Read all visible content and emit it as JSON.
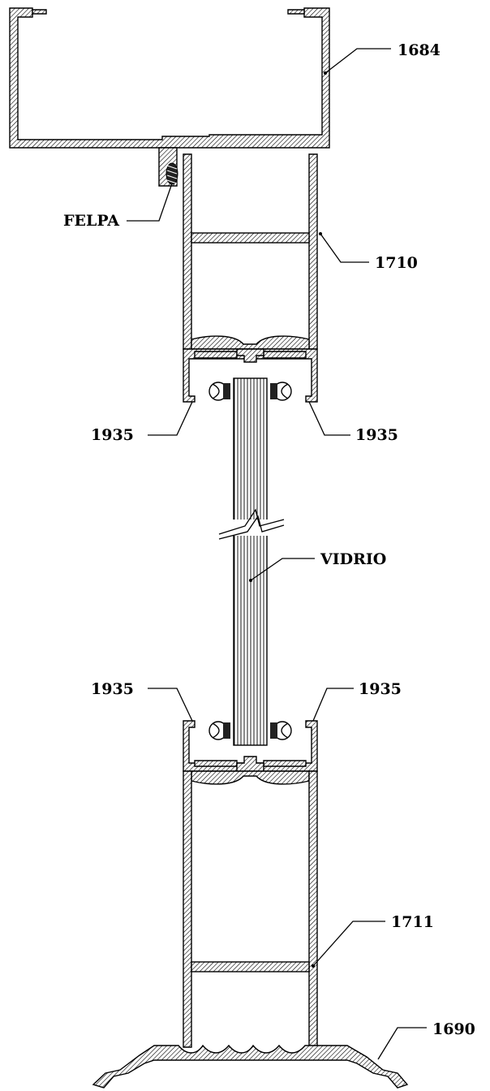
{
  "labels": {
    "profile_top": "1684",
    "felpa": "FELPA",
    "sash_top": "1710",
    "gasket_top_left": "1935",
    "gasket_top_right": "1935",
    "glass": "VIDRIO",
    "gasket_bottom_left": "1935",
    "gasket_bottom_right": "1935",
    "sash_bottom": "1711",
    "sill": "1690"
  }
}
